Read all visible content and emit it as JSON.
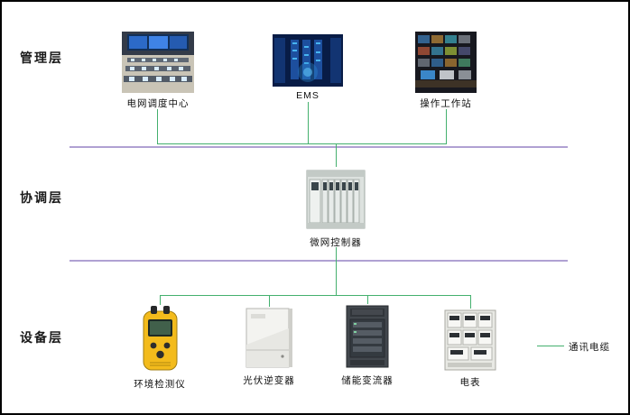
{
  "layers": {
    "management": {
      "label": "管理层"
    },
    "coordination": {
      "label": "协调层"
    },
    "device": {
      "label": "设备层"
    }
  },
  "nodes": {
    "dispatch_center": {
      "label": "电网调度中心"
    },
    "ems": {
      "label": "EMS"
    },
    "workstation": {
      "label": "操作工作站"
    },
    "microgrid_controller": {
      "label": "微网控制器"
    },
    "env_detector": {
      "label": "环境检测仪"
    },
    "pv_inverter": {
      "label": "光伏逆变器"
    },
    "storage_converter": {
      "label": "储能变流器"
    },
    "meter": {
      "label": "电表"
    }
  },
  "legend": {
    "comm_cable": "通讯电缆"
  },
  "colors": {
    "line_green": "#44b06e",
    "line_purple": "#b0a1d3",
    "canvas_border": "#000000",
    "label_text": "#1a1a1a"
  }
}
